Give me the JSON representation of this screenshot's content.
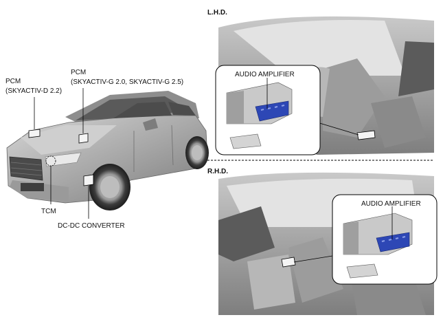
{
  "labels": {
    "pcm_diesel_line1": "PCM",
    "pcm_diesel_line2": "(SKYACTIV-D 2.2)",
    "pcm_gas_line1": "PCM",
    "pcm_gas_line2": "(SKYACTIV-G 2.0, SKYACTIV-G 2.5)",
    "tcm": "TCM",
    "dcdc": "DC-DC CONVERTER",
    "lhd": "L.H.D.",
    "rhd": "R.H.D.",
    "amp_lhd": "AUDIO AMPLIFIER",
    "amp_rhd": "AUDIO AMPLIFIER"
  },
  "colors": {
    "highlight_blue": "#2d47b5",
    "body_gray": "#bdbdbd",
    "dark_gray": "#6f6f6f"
  }
}
